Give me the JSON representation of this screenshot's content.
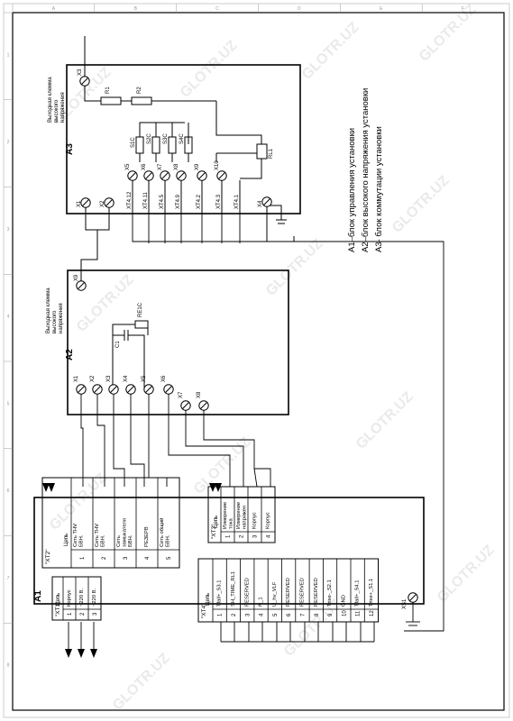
{
  "legend": {
    "a1": "А1–блок управления установки",
    "a2": "А2–блок высокого напряжения установки",
    "a3": "А3- блок коммутации установки"
  },
  "block_labels": {
    "a1": "А1",
    "a2": "А2",
    "a3": "А3"
  },
  "a3": {
    "output_label": [
      "Выходная клемма",
      "высокого",
      "напряжения"
    ],
    "x3": "X3",
    "resistors": [
      "R1",
      "R2"
    ],
    "relays": [
      "S1C",
      "S2C",
      "S3C",
      "S4C"
    ],
    "relay_rl1": "RL1",
    "top_terminals": [
      "X5",
      "X6",
      "X7",
      "X8",
      "X9",
      "X10"
    ],
    "x1": "X1",
    "x2": "X2",
    "x4": "X4",
    "xt4_labels": [
      "XT4.12",
      "XT4.11",
      "XT4.5",
      "XT4.9",
      "XT4.2",
      "XT4.3",
      "XT4.1"
    ]
  },
  "a2": {
    "output_label": [
      "Выходная клемма",
      "высокого",
      "напряжения"
    ],
    "x9": "X9",
    "capacitor": "C1",
    "relay": "RE1C",
    "terminals": [
      "X1",
      "X2",
      "X3",
      "X4",
      "X5",
      "X6",
      "X7",
      "X8"
    ]
  },
  "xt2": {
    "title": "\"XT2\"",
    "col_header": "Цепь",
    "rows": [
      {
        "num": "1",
        "name": [
          "Сеть THV",
          "БВН."
        ]
      },
      {
        "num": "2",
        "name": [
          "Сеть THV",
          "БВН."
        ]
      },
      {
        "num": "3",
        "name": [
          "Сеть",
          "замыкателя",
          "БВН."
        ]
      },
      {
        "num": "4",
        "name": [
          "РЕЗЕРВ"
        ]
      },
      {
        "num": "5",
        "name": [
          "Сеть общий",
          "БВН."
        ]
      }
    ]
  },
  "xt3": {
    "title": "\"XT3\"",
    "col_header": "Цепь",
    "rows": [
      {
        "num": "1",
        "name": [
          "Измерение",
          "тока"
        ]
      },
      {
        "num": "2",
        "name": [
          "Измерение",
          "напряжен"
        ]
      },
      {
        "num": "3",
        "name": [
          "Корпус"
        ]
      },
      {
        "num": "4",
        "name": [
          "Корпус"
        ]
      }
    ]
  },
  "xt4": {
    "title": "\"XT4\"",
    "col_header": "Цепь",
    "rows": [
      {
        "num": "1",
        "name": "Tfall+_S3.1"
      },
      {
        "num": "2",
        "name": "SH_TIME_RL1"
      },
      {
        "num": "3",
        "name": "RESERVED"
      },
      {
        "num": "4",
        "name": "N_1"
      },
      {
        "num": "5",
        "name": "U_hv_VLF"
      },
      {
        "num": "6",
        "name": "RESERVED"
      },
      {
        "num": "7",
        "name": "RESERVED"
      },
      {
        "num": "8",
        "name": "RESERVED"
      },
      {
        "num": "9",
        "name": "Trise-_S2.1"
      },
      {
        "num": "10",
        "name": "GND"
      },
      {
        "num": "11",
        "name": "Tfall+_S4.1"
      },
      {
        "num": "12",
        "name": "Trise+_S1.1"
      }
    ]
  },
  "xt1": {
    "title": "\"XT1\"",
    "col_header": "Цепь",
    "rows": [
      {
        "num": "1",
        "name": "Корпус"
      },
      {
        "num": "2",
        "name": "~220 В."
      },
      {
        "num": "3",
        "name": "~220 В."
      }
    ]
  },
  "xs1": "XS1",
  "watermark": "GLOTR.UZ",
  "frame_marks": {
    "left": [
      "1",
      "2",
      "3",
      "4",
      "5",
      "6",
      "7",
      "8"
    ],
    "top": [
      "A",
      "B",
      "C",
      "D",
      "E",
      "F"
    ]
  }
}
